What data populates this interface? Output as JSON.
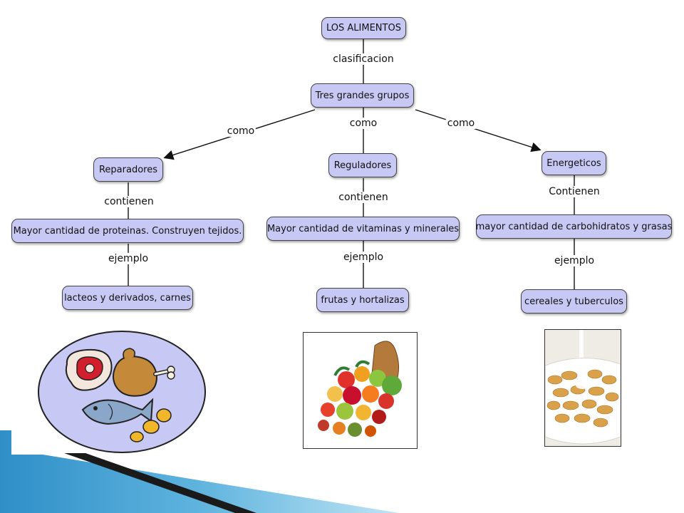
{
  "nodes": {
    "root": "LOS ALIMENTOS",
    "groups": "Tres grandes grupos",
    "reparadores": "Reparadores",
    "reguladores": "Reguladores",
    "energeticos": "Energeticos",
    "rep_desc": "Mayor cantidad de proteinas. Construyen tejidos.",
    "reg_desc": "Mayor cantidad de vitaminas y minerales",
    "ene_desc": "mayor cantidad de carbohidratos y grasas",
    "rep_ex": "lacteos y derivados, carnes",
    "reg_ex": "frutas y hortalizas",
    "ene_ex": "cereales y tuberculos"
  },
  "links": {
    "clasificacion": "clasificacion",
    "como_left": "como",
    "como_mid": "como",
    "como_right": "como",
    "contienen_left": "contienen",
    "contienen_mid": "contienen",
    "contienen_right": "Contienen",
    "ejemplo_left": "ejemplo",
    "ejemplo_mid": "ejemplo",
    "ejemplo_right": "ejemplo"
  },
  "images": {
    "proteins": "meat-chicken-fish-illustration",
    "fruits": "cornucopia-fruits-vegetables-photo",
    "cereal": "cereal-bowl-milk-photo"
  },
  "colors": {
    "node_fill": "#c8c8f4",
    "node_border": "#444444",
    "ellipse_fill": "#c8c8f4",
    "corner_blue": "#2f8fc8"
  }
}
